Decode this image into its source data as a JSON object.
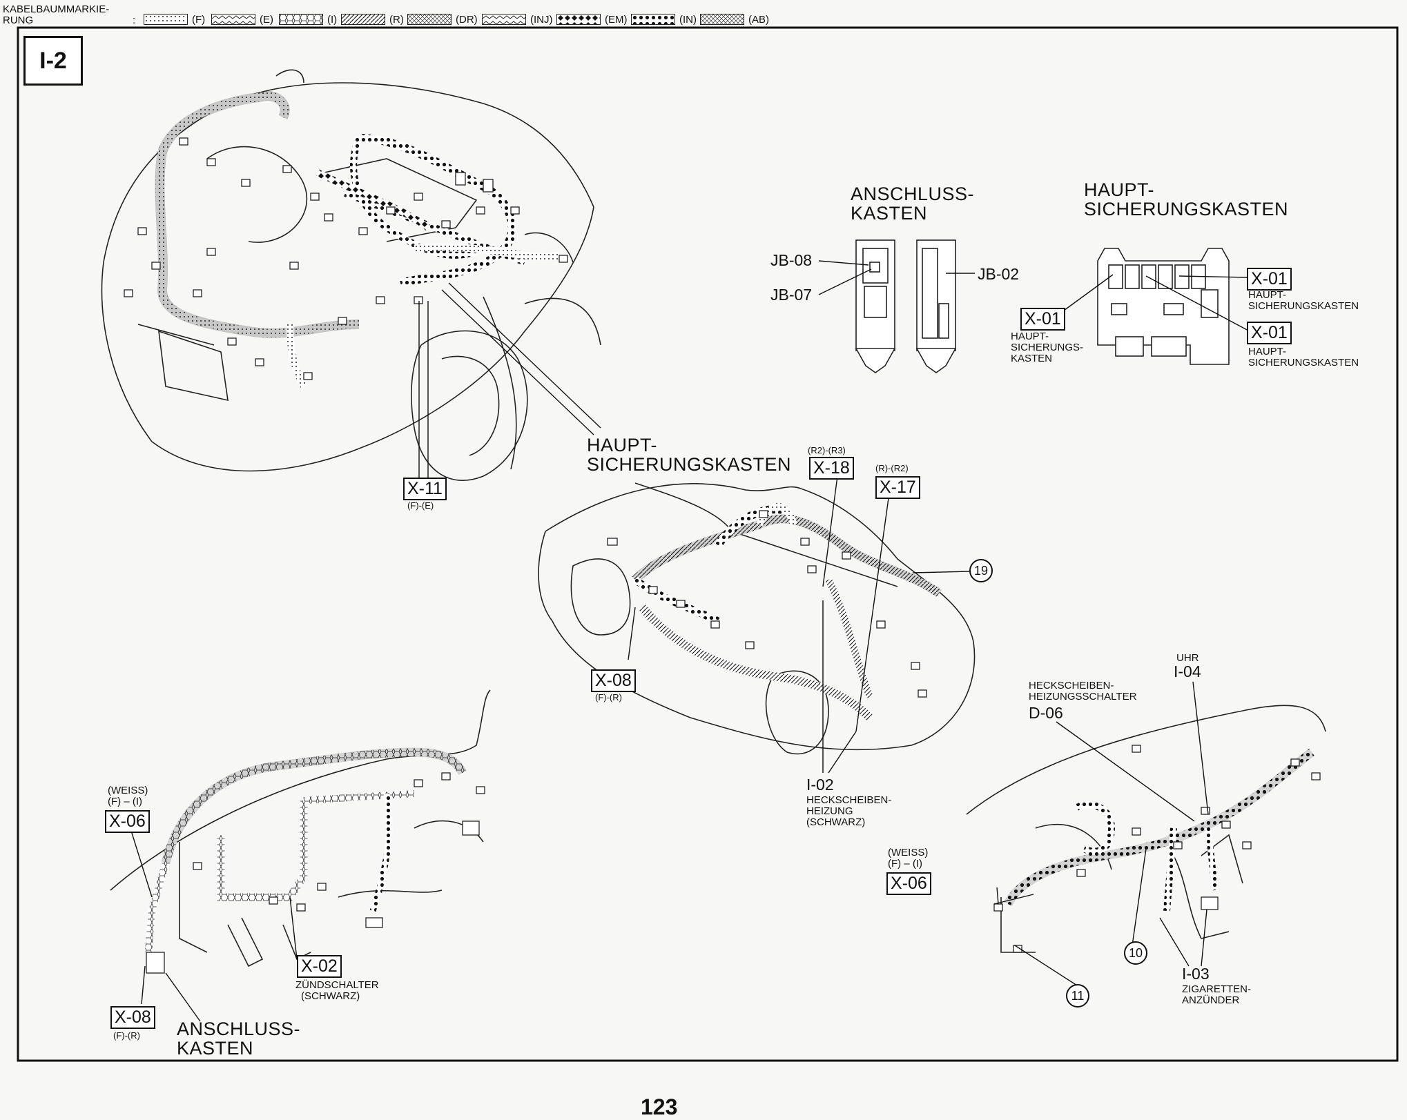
{
  "legend": {
    "label_line1": "KABELBAUMMARKIE-",
    "label_line2": "RUNG",
    "colon": ":",
    "items": [
      {
        "code": "(F)",
        "pattern": "dots"
      },
      {
        "code": "(E)",
        "pattern": "waves"
      },
      {
        "code": "(I)",
        "pattern": "hexes"
      },
      {
        "code": "(R)",
        "pattern": "diagonal"
      },
      {
        "code": "(DR)",
        "pattern": "crosses"
      },
      {
        "code": "(INJ)",
        "pattern": "zigzag"
      },
      {
        "code": "(EM)",
        "pattern": "diamonds"
      },
      {
        "code": "(IN)",
        "pattern": "bullets"
      },
      {
        "code": "(AB)",
        "pattern": "crosshatch"
      }
    ]
  },
  "page_badge": "I-2",
  "page_number": "123",
  "engine_bay": {
    "main_fuse_label_1": "HAUPT-",
    "main_fuse_label_2": "SICHERUNGSKASTEN",
    "x11": {
      "code": "X-11",
      "sub": "(F)-(E)"
    }
  },
  "junction_box_detail": {
    "title_1": "ANSCHLUSS-",
    "title_2": "KASTEN",
    "jb08": "JB-08",
    "jb07": "JB-07",
    "jb02": "JB-02"
  },
  "main_fuse_detail": {
    "title_1": "HAUPT-",
    "title_2": "SICHERUNGSKASTEN",
    "left_code": "X-01",
    "left_desc_1": "HAUPT-",
    "left_desc_2": "SICHERUNGS-",
    "left_desc_3": "KASTEN",
    "right_top_code": "X-01",
    "right_top_desc_1": "HAUPT-",
    "right_top_desc_2": "SICHERUNGSKASTEN",
    "right_bottom_code": "X-01",
    "right_bottom_desc_1": "HAUPT-",
    "right_bottom_desc_2": "SICHERUNGSKASTEN"
  },
  "body_car": {
    "x18": {
      "code": "X-18",
      "sub": "(R2)-(R3)"
    },
    "x17": {
      "code": "X-17",
      "sub": "(R)-(R2)"
    },
    "x08": {
      "code": "X-08",
      "sub": "(F)-(R)"
    },
    "ref19": "19",
    "i02": {
      "code": "I-02",
      "desc_1": "HECKSCHEIBEN-",
      "desc_2": "HEIZUNG",
      "desc_3": "(SCHWARZ)"
    }
  },
  "dash_left": {
    "x06": {
      "code": "X-06",
      "pre_1": "(WEISS)",
      "pre_2": "(F) – (I)"
    },
    "x02": {
      "code": "X-02",
      "desc_1": "ZÜNDSCHALTER",
      "desc_2": "(SCHWARZ)"
    },
    "x08": {
      "code": "X-08",
      "sub": "(F)-(R)"
    },
    "box_label_1": "ANSCHLUSS-",
    "box_label_2": "KASTEN"
  },
  "dash_right": {
    "uhr": "UHR",
    "i04": "I-04",
    "d06_desc_1": "HECKSCHEIBEN-",
    "d06_desc_2": "HEIZUNGSSCHALTER",
    "d06": "D-06",
    "x06": {
      "code": "X-06",
      "pre_1": "(WEISS)",
      "pre_2": "(F) – (I)"
    },
    "ref10": "10",
    "ref11": "11",
    "i03": {
      "code": "I-03",
      "desc_1": "ZIGARETTEN-",
      "desc_2": "ANZÜNDER"
    }
  }
}
